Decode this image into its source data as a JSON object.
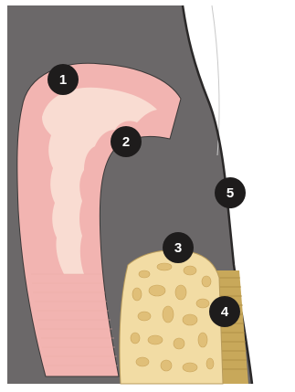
{
  "colors": {
    "background": "#ffffff",
    "tissue": "#6b6869",
    "tissue_edge": "#3a3838",
    "arch_outer": "#f2b4b1",
    "arch_inner": "#f9dcd2",
    "bone": "#f2dca4",
    "bone_pores": "#e0bf78",
    "ligament": "#c8a85a",
    "marker_fill": "#1e1c1c",
    "marker_text": "#ffffff"
  },
  "markers": [
    {
      "id": "1",
      "label": "1"
    },
    {
      "id": "2",
      "label": "2"
    },
    {
      "id": "3",
      "label": "3"
    },
    {
      "id": "4",
      "label": "4"
    },
    {
      "id": "5",
      "label": "5"
    }
  ]
}
